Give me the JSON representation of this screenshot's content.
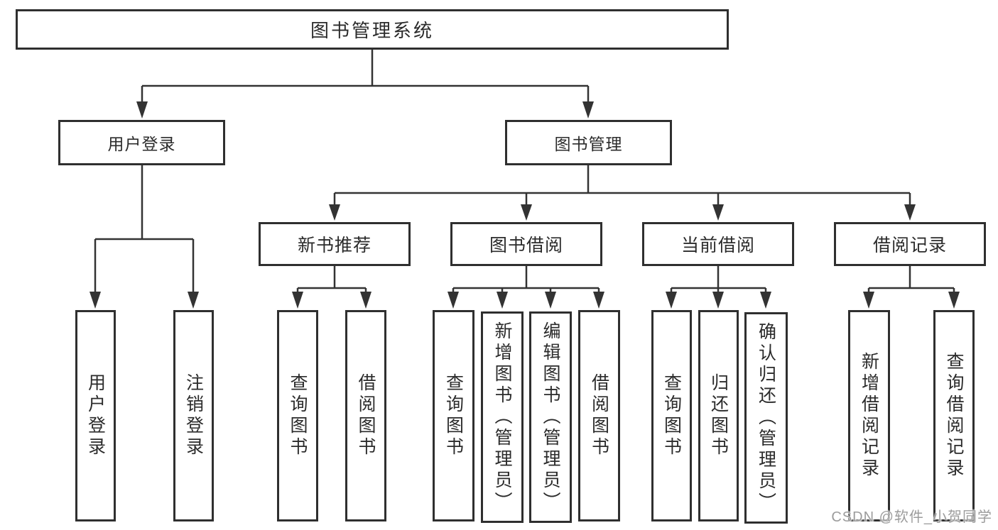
{
  "tree": {
    "root": {
      "label": "图书管理系统",
      "children": [
        {
          "label": "用户登录",
          "children": [
            {
              "label": "用户登录"
            },
            {
              "label": "注销登录"
            }
          ]
        },
        {
          "label": "图书管理",
          "children": [
            {
              "label": "新书推荐",
              "children": [
                {
                  "label": "查询图书"
                },
                {
                  "label": "借阅图书"
                }
              ]
            },
            {
              "label": "图书借阅",
              "children": [
                {
                  "label": "查询图书"
                },
                {
                  "label": "新增图书（管理员）"
                },
                {
                  "label": "编辑图书（管理员）"
                },
                {
                  "label": "借阅图书"
                }
              ]
            },
            {
              "label": "当前借阅",
              "children": [
                {
                  "label": "查询图书"
                },
                {
                  "label": "归还图书"
                },
                {
                  "label": "确认归还（管理员）"
                }
              ]
            },
            {
              "label": "借阅记录",
              "children": [
                {
                  "label": "新增借阅记录"
                },
                {
                  "label": "查询借阅记录"
                }
              ]
            }
          ]
        }
      ]
    }
  },
  "watermark": {
    "text": "CSDN @软件_小贺同学"
  },
  "colors": {
    "background": "#ffffff",
    "line": "#333333",
    "box_border": "#2f2f2f",
    "text": "#2b2b2b",
    "watermark": "#9c9c9c"
  }
}
